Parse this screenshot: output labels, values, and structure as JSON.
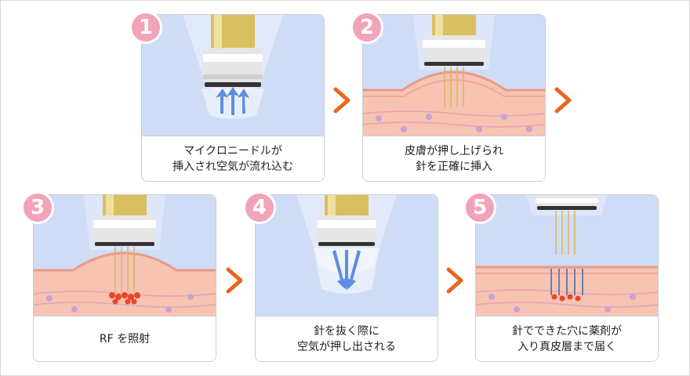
{
  "steps": [
    {
      "number": "1",
      "caption": [
        "マイクロニードルが",
        "挿入され空気が流れ込む"
      ]
    },
    {
      "number": "2",
      "caption": [
        "皮膚が押し上げられ",
        "針を正確に挿入"
      ]
    },
    {
      "number": "3",
      "caption": [
        "RF を照射"
      ]
    },
    {
      "number": "4",
      "caption": [
        "針を抜く際に",
        "空気が押し出される"
      ]
    },
    {
      "number": "5",
      "caption": [
        "針でできた穴に薬剤が",
        "入り真皮層まで届く"
      ]
    }
  ],
  "colors": {
    "badge": "#f2a3b9",
    "arrow": "#e8671f",
    "panel_bg": "#cfdcf6",
    "skin": "#f7c3b3",
    "airflow": "#5f8ee0",
    "rf": "#e8452a"
  },
  "icons": [
    "chevron-right-icon",
    "handpiece-icon",
    "skin-layer-icon",
    "airflow-arrow-icon",
    "needle-icon"
  ]
}
